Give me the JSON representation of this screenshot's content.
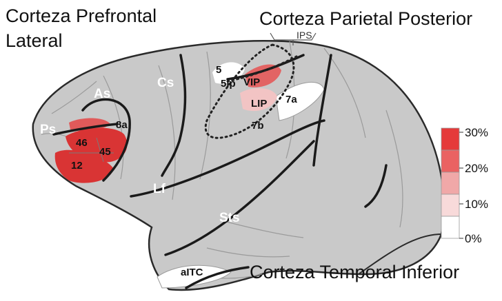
{
  "titles": {
    "prefrontal_line1": "Corteza Prefrontal",
    "prefrontal_line2": "Lateral",
    "parietal": "Corteza Parietal Posterior",
    "temporal": "Corteza Temporal Inferior"
  },
  "sulci": {
    "as": "As",
    "ps": "Ps",
    "cs": "Cs",
    "lf": "Lf",
    "sts": "Sts",
    "ips": "IPS"
  },
  "areas": {
    "a8a": "8a",
    "a46": "46",
    "a45": "45",
    "a12": "12",
    "a5": "5",
    "a5ip": "5ip",
    "vip": "VIP",
    "lip": "LIP",
    "a7a": "7a",
    "a7b": "7b",
    "aitc": "aITC"
  },
  "colorbar": {
    "ticks": [
      "30%",
      "20%",
      "10%",
      "0%"
    ],
    "colors": [
      "#e53a3a",
      "#ea6262",
      "#f0a8a8",
      "#f8dada",
      "#ffffff"
    ]
  },
  "colors": {
    "brain_fill": "#c9c9c9",
    "sulcus_line": "#1a1a1a",
    "max_red": "#e53a3a"
  }
}
